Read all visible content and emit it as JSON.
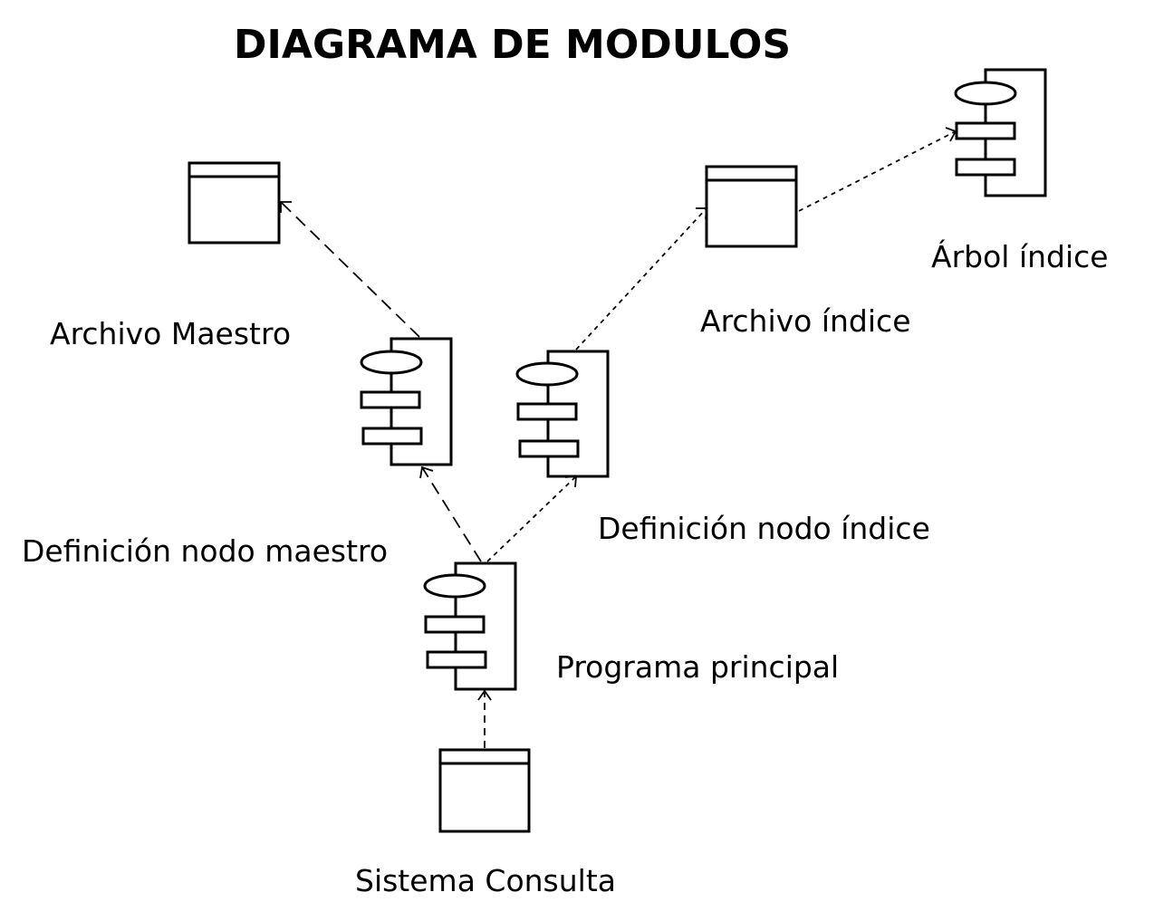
{
  "title": "DIAGRAMA DE MODULOS",
  "nodes": {
    "archivo_maestro": {
      "label": "Archivo Maestro",
      "kind": "file"
    },
    "archivo_indice": {
      "label": "Archivo índice",
      "kind": "file"
    },
    "arbol_indice": {
      "label": "Árbol índice",
      "kind": "component"
    },
    "definicion_nodo_maestro": {
      "label": "Definición nodo maestro",
      "kind": "component"
    },
    "definicion_nodo_indice": {
      "label": "Definición nodo índice",
      "kind": "component"
    },
    "programa_principal": {
      "label": "Programa principal",
      "kind": "component"
    },
    "sistema_consulta": {
      "label": "Sistema Consulta",
      "kind": "file"
    }
  },
  "edges": [
    {
      "from": "definicion_nodo_maestro",
      "to": "archivo_maestro",
      "style": "dashed"
    },
    {
      "from": "definicion_nodo_indice",
      "to": "archivo_indice",
      "style": "dotted"
    },
    {
      "from": "archivo_indice",
      "to": "arbol_indice",
      "style": "dotted"
    },
    {
      "from": "programa_principal",
      "to": "definicion_nodo_maestro",
      "style": "dashed"
    },
    {
      "from": "programa_principal",
      "to": "definicion_nodo_indice",
      "style": "dotted"
    },
    {
      "from": "sistema_consulta",
      "to": "programa_principal",
      "style": "dashed"
    }
  ]
}
